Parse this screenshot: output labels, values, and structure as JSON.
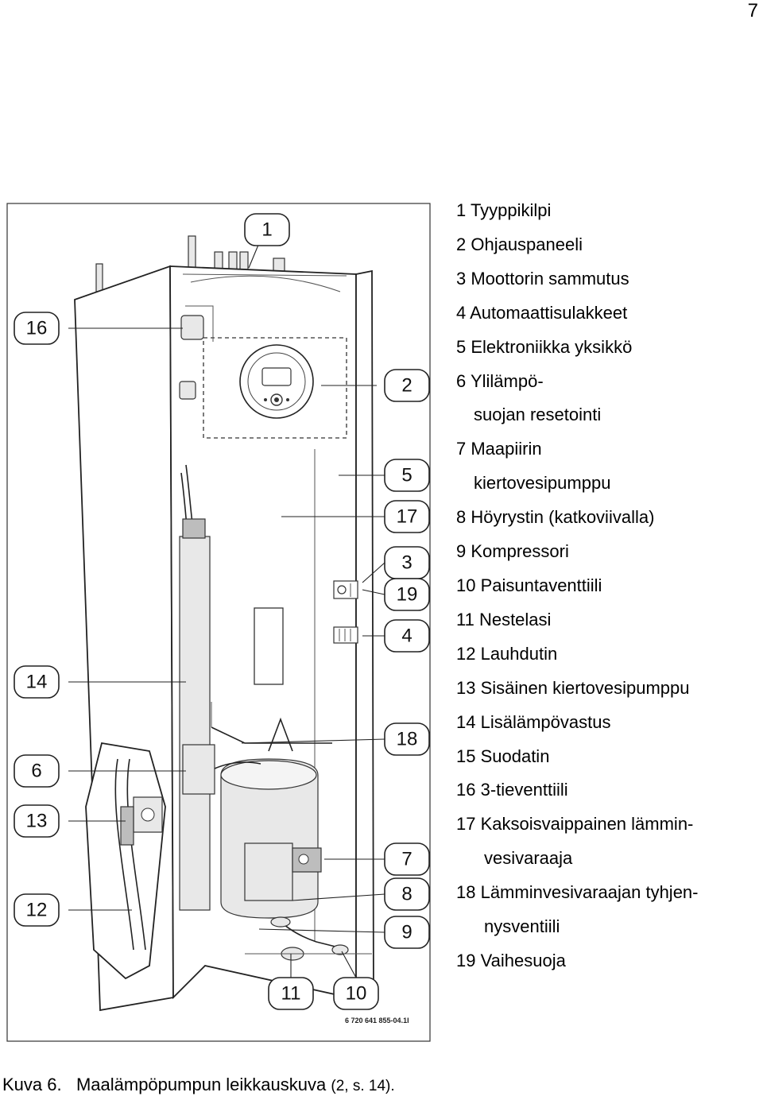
{
  "page_number": "7",
  "figure": {
    "code": "6 720 641 855-04.1I",
    "callouts": [
      "1",
      "2",
      "3",
      "4",
      "5",
      "6",
      "7",
      "8",
      "9",
      "10",
      "11",
      "12",
      "13",
      "14",
      "16",
      "17",
      "18",
      "19"
    ]
  },
  "legend": [
    {
      "lines": [
        "1 Tyyppikilpi"
      ]
    },
    {
      "lines": [
        "2 Ohjauspaneeli"
      ]
    },
    {
      "lines": [
        "3 Moottorin sammutus"
      ]
    },
    {
      "lines": [
        "4 Automaattisulakkeet"
      ]
    },
    {
      "lines": [
        "5 Elektroniikka yksikkö"
      ]
    },
    {
      "lines": [
        "6 Ylilämpö-",
        "suojan resetointi"
      ]
    },
    {
      "lines": [
        "7 Maapiirin",
        "kiertovesipumppu"
      ]
    },
    {
      "lines": [
        "8 Höyrystin (katkoviivalla)"
      ]
    },
    {
      "lines": [
        "9 Kompressori"
      ]
    },
    {
      "lines": [
        "10 Paisuntaventtiili"
      ]
    },
    {
      "lines": [
        "11 Nestelasi"
      ]
    },
    {
      "lines": [
        "12 Lauhdutin"
      ]
    },
    {
      "lines": [
        "13 Sisäinen kiertovesipumppu"
      ]
    },
    {
      "lines": [
        "14 Lisälämpövastus"
      ]
    },
    {
      "lines": [
        "15 Suodatin"
      ]
    },
    {
      "lines": [
        "16 3-tieventtiili"
      ]
    },
    {
      "lines": [
        "17 Kaksoisvaippainen lämmin-",
        "vesivaraaja"
      ]
    },
    {
      "lines": [
        "18 Lämminvesivaraajan tyhjen-",
        "nysventiili"
      ]
    },
    {
      "lines": [
        "19 Vaihesuoja"
      ]
    }
  ],
  "caption": {
    "label": "Kuva 6.",
    "text": "Maalämpöpumpun leikkauskuva",
    "ref": "(2, s. 14)."
  }
}
